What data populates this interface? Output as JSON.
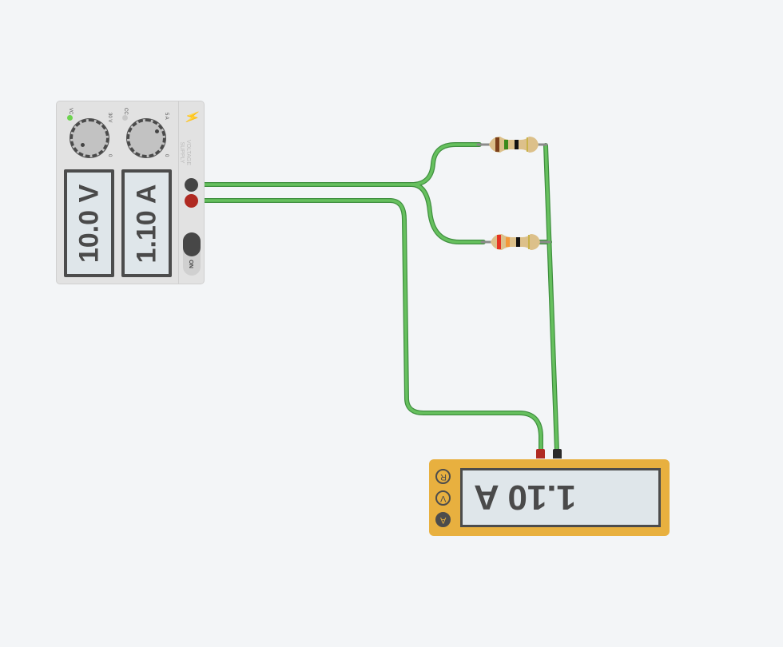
{
  "power_supply": {
    "label": "VOLTAGE SUPPLY",
    "voltage_display": "10.0 V",
    "current_display": "1.10 A",
    "cv_label": "VC",
    "cc_label": "CC",
    "voltage_max": "30 V",
    "current_max": "5 A",
    "voltage_min": "0",
    "current_min": "0",
    "switch_label": "ON",
    "cv_led_color": "#6dd34f",
    "cc_led_color": "#c8c8c8"
  },
  "resistors": [
    {
      "bands": [
        "#7a3f1a",
        "#3c8a1c",
        "#111111",
        "#c9b24a"
      ]
    },
    {
      "bands": [
        "#e63323",
        "#f2993a",
        "#111111",
        "#c9b24a"
      ]
    }
  ],
  "multimeter": {
    "reading": "1.10 A",
    "modes": [
      "R",
      "V",
      "A"
    ],
    "active_mode": "A"
  },
  "colors": {
    "wire": "#5cb85c",
    "multimeter": "#e8b03f"
  }
}
